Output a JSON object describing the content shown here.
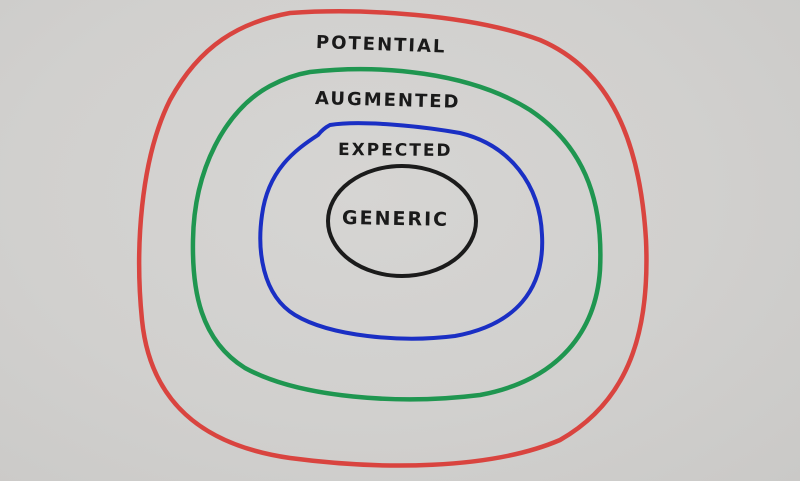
{
  "diagram": {
    "title": "",
    "type": "concentric-layers",
    "background_color": "#d2d1cf",
    "layers": [
      {
        "name": "potential",
        "label": "POTENTIAL",
        "color": "#d9443f",
        "order": 4
      },
      {
        "name": "augmented",
        "label": "AUGMENTED",
        "color": "#1f9650",
        "order": 3
      },
      {
        "name": "expected",
        "label": "EXPECTED",
        "color": "#1a2fc4",
        "order": 2
      },
      {
        "name": "generic",
        "label": "GENERIC",
        "color": "#1b1b1b",
        "order": 1
      }
    ]
  }
}
